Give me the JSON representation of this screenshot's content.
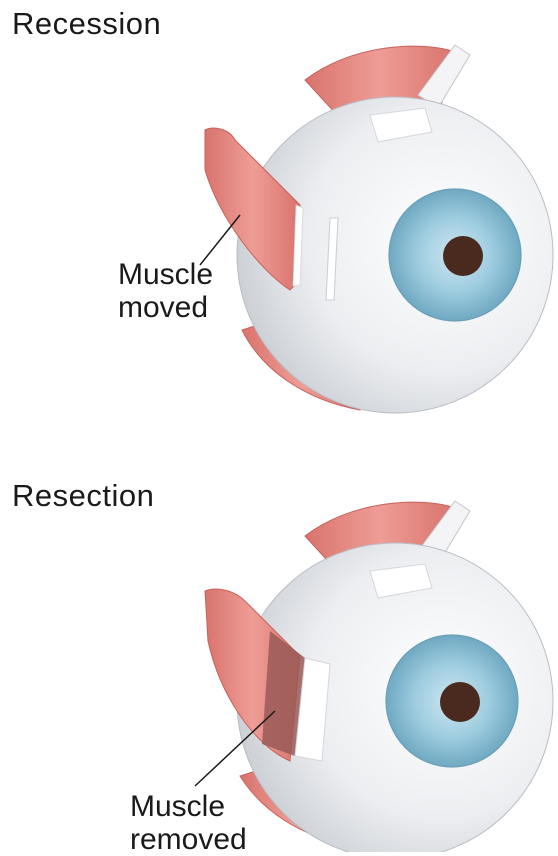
{
  "panels": [
    {
      "title": "Recession",
      "label_lines": [
        "Muscle",
        "moved"
      ]
    },
    {
      "title": "Resection",
      "label_lines": [
        "Muscle",
        "removed"
      ]
    }
  ],
  "colors": {
    "muscle": "#e48b85",
    "muscle_dark": "#c9615b",
    "muscle_removed": "#9a5a57",
    "sclera": "#eef0f2",
    "iris": "#8fc3d6",
    "pupil": "#4a2a1e",
    "tendon": "#ffffff"
  }
}
